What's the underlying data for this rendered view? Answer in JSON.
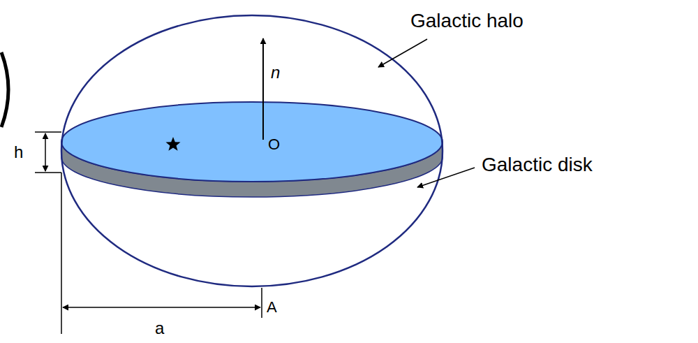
{
  "diagram": {
    "labels": [
      "Galactic halo",
      "Galactic disk",
      "n",
      "O",
      "h",
      "a",
      "A"
    ]
  }
}
